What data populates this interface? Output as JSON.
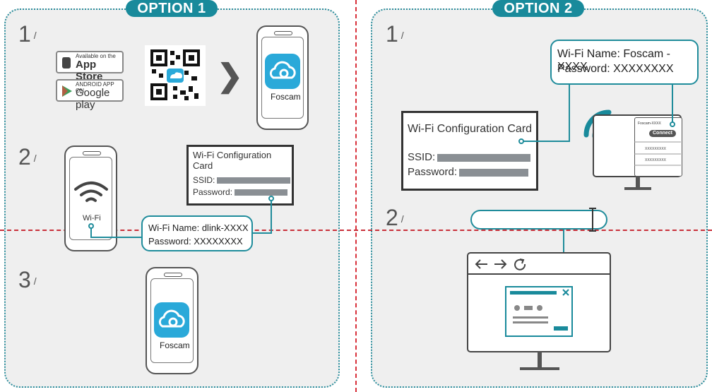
{
  "option1": {
    "title": "OPTION 1",
    "steps": [
      "1",
      "2",
      "3"
    ],
    "step_slash": "/",
    "app_store": {
      "small": "Available on the",
      "large": "App Store"
    },
    "google_play": {
      "small": "ANDROID APP ON",
      "large": "Google play"
    },
    "app_label": "Foscam",
    "wifi_label": "Wi-Fi",
    "card": {
      "title": "Wi-Fi Configuration Card",
      "ssid": "SSID:",
      "password": "Password:"
    },
    "bubble": {
      "line1": "Wi-Fi Name: dlink-XXXX",
      "line2": "Password: XXXXXXXX"
    },
    "app_label_step3": "Foscam"
  },
  "option2": {
    "title": "OPTION 2",
    "steps": [
      "1",
      "2"
    ],
    "step_slash": "/",
    "bubble": {
      "line1": "Wi-Fi Name: Foscam -XXXX",
      "line2": "Password: XXXXXXXX"
    },
    "card": {
      "title": "Wi-Fi Configuration Card",
      "ssid": "SSID:",
      "password": "Password:"
    },
    "network_popup": {
      "network_name": "Foscam-XXXX",
      "connect_label": "Connect",
      "other1": "XXXXXXXXX",
      "other2": "XXXXXXXXX"
    }
  },
  "colors": {
    "accent": "#198a9b",
    "divider": "#d8303a",
    "app_icon": "#2aa9d9"
  },
  "icons": [
    "apple-icon",
    "play-icon",
    "qr-code-icon",
    "chevron-right-icon",
    "cloud-icon",
    "wifi-icon",
    "monitor-icon",
    "browser-icon",
    "text-cursor-icon",
    "close-icon",
    "back-arrow-icon",
    "forward-arrow-icon",
    "refresh-icon"
  ]
}
